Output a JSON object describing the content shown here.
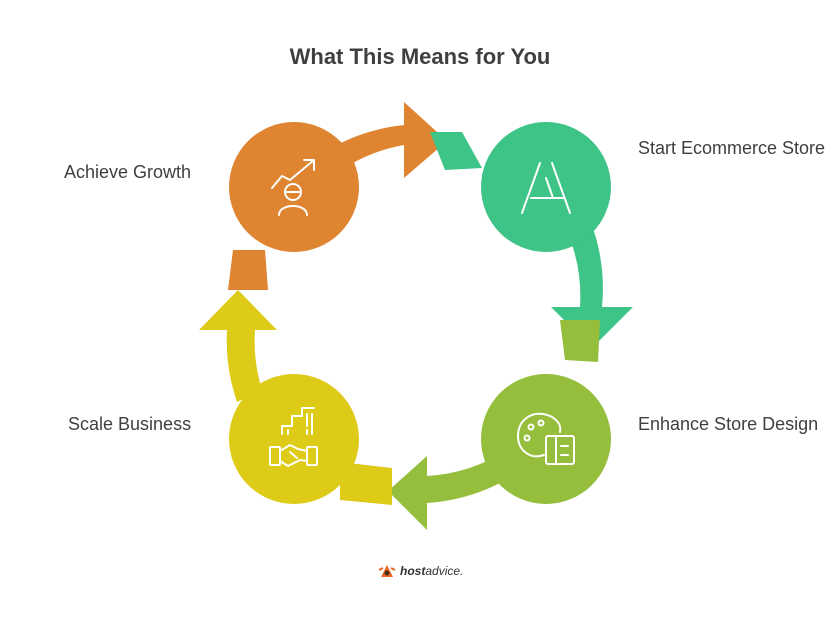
{
  "title": "What This Means for You",
  "steps": [
    {
      "label": "Achieve Growth",
      "color": "#DF8431",
      "icon": "growth-chart-person-icon"
    },
    {
      "label": "Start Ecommerce Store",
      "color": "#3DC486",
      "icon": "app-store-icon"
    },
    {
      "label": "Enhance Store Design",
      "color": "#94BE3C",
      "icon": "palette-layout-icon"
    },
    {
      "label": "Scale Business",
      "color": "#DECB18",
      "icon": "handshake-building-icon"
    }
  ],
  "brand": {
    "bold": "host",
    "rest": "advice.",
    "icon": "hostadvice-logo-icon"
  }
}
